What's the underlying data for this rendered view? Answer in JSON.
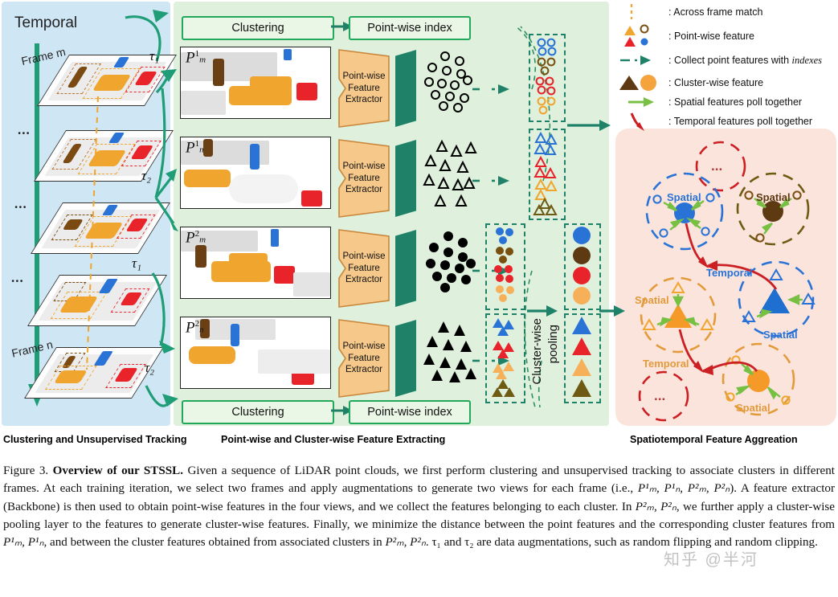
{
  "figure": {
    "temporal_label": "Temporal",
    "frame_first_label": "Frame m",
    "frame_last_label": "Frame n",
    "ellipsis": "...",
    "tau1": "τ₁",
    "tau2": "τ₂",
    "taus": [
      "τ₁",
      "τ₂",
      "τ₁",
      "τ₂"
    ]
  },
  "middle": {
    "clustering_top": "Clustering",
    "index_top": "Point-wise index",
    "clustering_bottom": "Clustering",
    "index_bottom": "Point-wise index",
    "extractor_lines": [
      "Point-wise",
      "Feature",
      "Extractor"
    ],
    "pooling_label_line1": "Cluster-wise",
    "pooling_label_line2": "pooling",
    "views": [
      {
        "base": "P",
        "sup": "1",
        "sub": "m"
      },
      {
        "base": "P",
        "sup": "1",
        "sub": "n"
      },
      {
        "base": "P",
        "sup": "2",
        "sub": "m"
      },
      {
        "base": "P",
        "sup": "2",
        "sub": "n"
      }
    ]
  },
  "legend": {
    "items": [
      {
        "icon": "dotted-vertical-line-icon",
        "text": ": Across frame match"
      },
      {
        "icon": "point-wise-feature-shapes-icon",
        "text": ": Point-wise feature"
      },
      {
        "icon": "dash-dot-arrow-icon",
        "text_before": ": Collect point features with ",
        "text_italic": "indexes"
      },
      {
        "icon": "cluster-wise-feature-shapes-icon",
        "text": ": Cluster-wise feature"
      },
      {
        "icon": "green-arrow-icon",
        "text": ": Spatial features poll together"
      },
      {
        "icon": "red-curved-arrow-icon",
        "text": ": Temporal features poll together"
      }
    ]
  },
  "right_panel": {
    "spatial_label": "Spatial",
    "temporal_label": "Temporal",
    "ellipsis": "...",
    "clusters": [
      {
        "name": "blue-circle-cluster",
        "shape": "circle",
        "color": "#2a73d6",
        "label": "Spatial"
      },
      {
        "name": "brown-circle-cluster",
        "shape": "circle",
        "color": "#5e3a13",
        "label": "Spatial"
      },
      {
        "name": "orange-triangle-cluster",
        "shape": "triangle",
        "color": "#f59a29",
        "label": "Spatial"
      },
      {
        "name": "blue-triangle-cluster",
        "shape": "triangle",
        "color": "#1f6fd0",
        "label": "Spatial"
      },
      {
        "name": "orange-circle-cluster",
        "shape": "circle",
        "color": "#f59a29",
        "label": "Spatial"
      }
    ],
    "temporal_labels": [
      "Temporal",
      "Temporal"
    ]
  },
  "sections": {
    "left": "Clustering and Unsupervised Tracking",
    "middle": "Point-wise and Cluster-wise Feature Extracting",
    "right": "Spatiotemporal Feature Aggreation"
  },
  "caption": {
    "figure_no": "Figure 3.",
    "bold_title": "Overview of our STSSL.",
    "part1": " Given a sequence of LiDAR point clouds, we first perform clustering and unsupervised tracking to associate clusters in different frames. At each training iteration, we select two frames and apply augmentations to generate two views for each frame (i.e., ",
    "views_inline": "P¹ₘ, P¹ₙ, P²ₘ, P²ₙ",
    "part2": "). A feature extractor (Backbone) is then used to obtain point-wise features in the four views, and we collect the features belonging to each cluster. In ",
    "views_inline2": "P²ₘ, P²ₙ",
    "part3": ", we further apply a cluster-wise pooling layer to the features to generate cluster-wise features. Finally, we minimize the distance between the point features and the corresponding cluster features from ",
    "views_inline3": "P¹ₘ, P¹ₙ",
    "part4": ", and between the cluster features obtained from associated clusters in ",
    "views_inline4": "P²ₘ, P²ₙ",
    "part5": ". τ₁ and τ₂ are data augmentations, such as random flipping and random clipping."
  },
  "watermark": "知乎 @半河",
  "colors": {
    "panel_left_bg": "#cfe6f5",
    "panel_mid_bg": "#dff0dc",
    "panel_right_bg": "#fbe4dc",
    "green": "#21a85a",
    "teal": "#1f8268",
    "orange": "#f59a29",
    "red": "#e8232a",
    "blue": "#2a73d6",
    "brown": "#5e3a13",
    "dark_red": "#cc1f24"
  }
}
